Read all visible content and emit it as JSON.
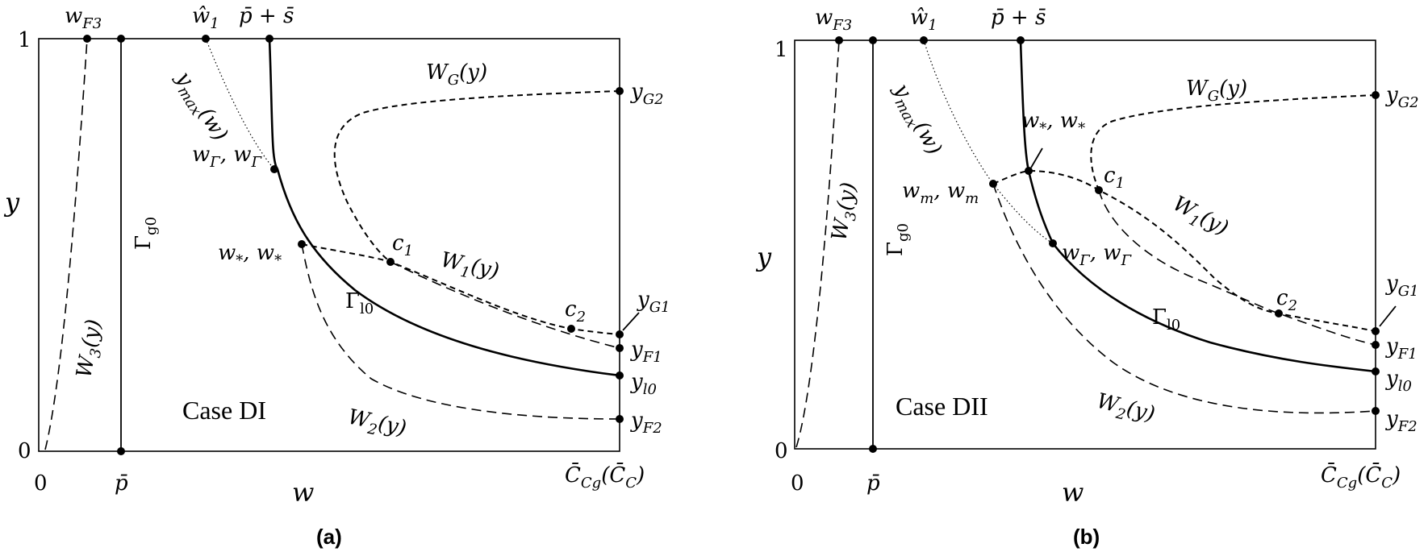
{
  "panels": [
    {
      "id": "a",
      "panel_label": "(a)",
      "case_label": "Case DI",
      "axis": {
        "xlabel": "w",
        "ylabel": "y",
        "y_top": "1",
        "y_bottom": "0",
        "x_zero": "0",
        "x_pbar": "p̄",
        "x_right": "C̄Cg(C̄C)"
      },
      "top_labels": [
        "wF3",
        "ŵ1",
        "p̄ + s̄"
      ],
      "curve_labels": [
        "WG(y)",
        "ymax(w)",
        "W1(y)",
        "W2(y)",
        "W3(y)",
        "Γl0",
        "Γg0"
      ],
      "point_labels": [
        "wΓ, wΓ",
        "w*, w*",
        "c1",
        "c2"
      ],
      "right_labels": [
        "yG2",
        "yG1",
        "yF1",
        "yl0",
        "yF2"
      ]
    },
    {
      "id": "b",
      "panel_label": "(b)",
      "case_label": "Case DII",
      "axis": {
        "xlabel": "w",
        "ylabel": "y",
        "y_top": "1",
        "y_bottom": "0",
        "x_zero": "0",
        "x_pbar": "p̄",
        "x_right": "C̄Cg(C̄C)"
      },
      "top_labels": [
        "wF3",
        "ŵ1",
        "p̄ + s̄"
      ],
      "curve_labels": [
        "WG(y)",
        "ymax(w)",
        "W1(y)",
        "W2(y)",
        "W3(y)",
        "Γl0",
        "Γg0"
      ],
      "point_labels": [
        "w*, w*",
        "wm, wm",
        "c1",
        "wΓ, wΓ",
        "c2"
      ],
      "right_labels": [
        "yG2",
        "yG1",
        "yF1",
        "yl0",
        "yF2"
      ]
    }
  ]
}
